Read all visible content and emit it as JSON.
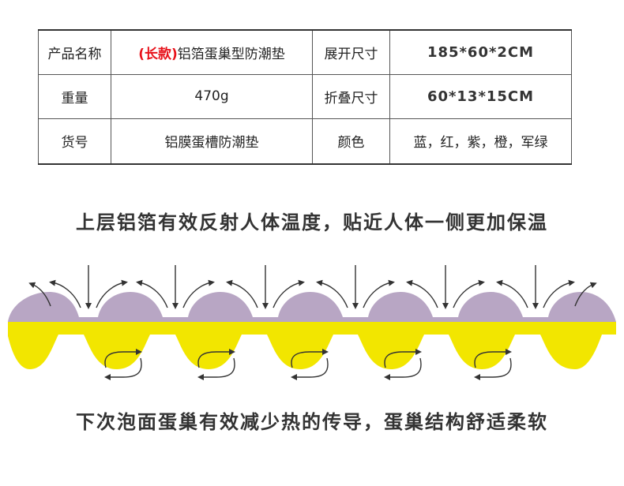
{
  "table": {
    "rows": [
      {
        "label1": "产品名称",
        "value1_tag": "(长款)",
        "value1": "铝箔蛋巢型防潮垫",
        "label2": "展开尺寸",
        "value2": "185*60*2CM"
      },
      {
        "label1": "重量",
        "value1_tag": "",
        "value1": "470g",
        "label2": "折叠尺寸",
        "value2": "60*13*15CM"
      },
      {
        "label1": "货号",
        "value1_tag": "",
        "value1": "铝膜蛋槽防潮垫",
        "label2": "颜色",
        "value2": "蓝，红，紫，橙，军绿"
      }
    ]
  },
  "headline_top": "上层铝箔有效反射人体温度，贴近人体一侧更加保温",
  "headline_bottom": "下次泡面蛋巢有效减少热的传导，蛋巢结构舒适柔软",
  "colors": {
    "top_layer": "#b8a6c4",
    "bottom_layer": "#f2e600",
    "arrow": "#333333",
    "tag_red": "#e8121b"
  },
  "icons": [
    "reflect-arrow-icon",
    "circulation-icon"
  ]
}
